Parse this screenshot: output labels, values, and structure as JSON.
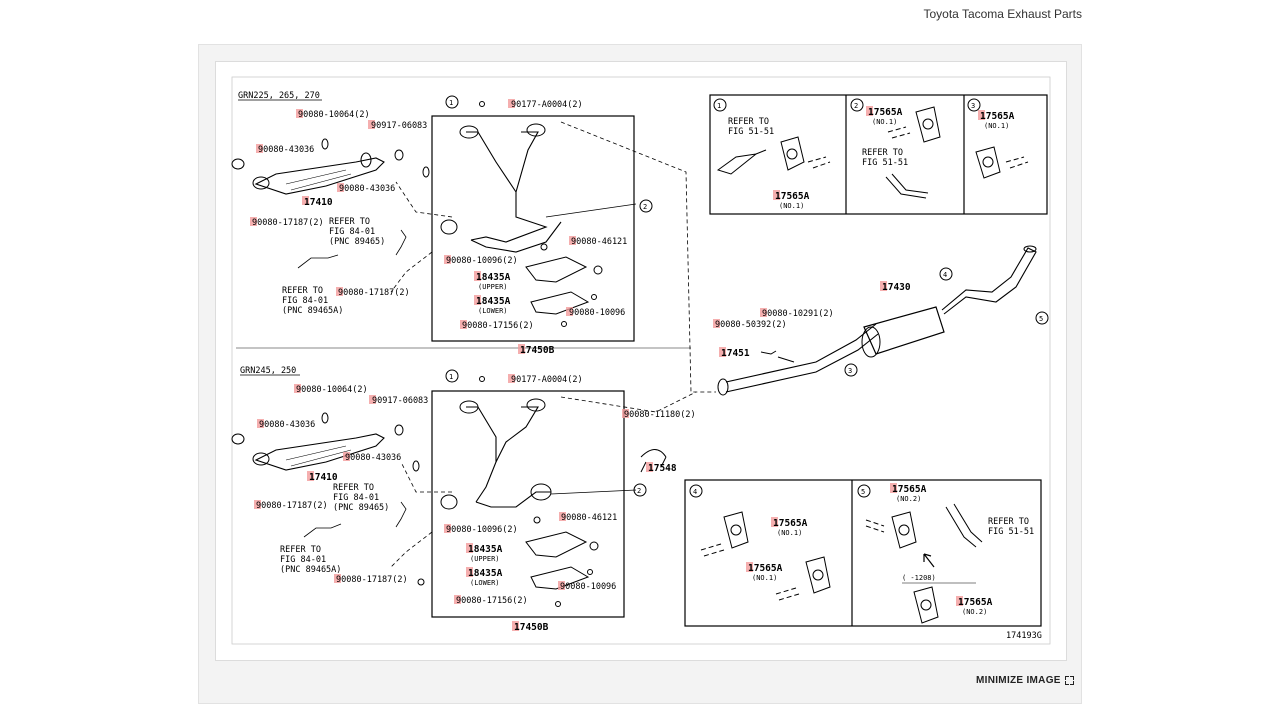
{
  "page": {
    "title": "Toyota Tacoma Exhaust Parts",
    "minimize_label": "MINIMIZE IMAGE"
  },
  "diagram": {
    "figure_code": "174193G",
    "top": {
      "heading": "GRN225, 265, 270",
      "p1": "90080-10064(2)",
      "p2": "90917-06083",
      "p3": "90080-43036",
      "p4": "90080-43036",
      "p5": "17410",
      "p6": "90080-17187(2)",
      "p7": "90080-17187(2)",
      "r1a": "REFER TO",
      "r1b": "FIG 84-01",
      "r1c": "(PNC 89465)",
      "r2a": "REFER TO",
      "r2b": "FIG 84-01",
      "r2c": "(PNC 89465A)",
      "p8": "90177-A0004(2)",
      "p9": "90080-46121",
      "p10": "90080-10096(2)",
      "p11": "18435A",
      "p11s": "(UPPER)",
      "p12": "18435A",
      "p12s": "(LOWER)",
      "p13": "90080-10096",
      "p14": "90080-17156(2)",
      "p15": "17450B"
    },
    "bottom": {
      "heading": "GRN245, 250",
      "p1": "90080-10064(2)",
      "p2": "90917-06083",
      "p3": "90080-43036",
      "p4": "90080-43036",
      "p5": "17410",
      "p6": "90080-17187(2)",
      "p7": "90080-17187(2)",
      "r1a": "REFER TO",
      "r1b": "FIG 84-01",
      "r1c": "(PNC 89465)",
      "r2a": "REFER TO",
      "r2b": "FIG 84-01",
      "r2c": "(PNC 89465A)",
      "p8": "90177-A0004(2)",
      "p9": "90080-46121",
      "p10": "90080-10096(2)",
      "p11": "18435A",
      "p11s": "(UPPER)",
      "p12": "18435A",
      "p12s": "(LOWER)",
      "p13": "90080-10096",
      "p14": "90080-17156(2)",
      "p15": "17450B",
      "p16": "90080-11180(2)",
      "p17": "17548"
    },
    "right": {
      "p1": "17430",
      "p2": "90080-10291(2)",
      "p3": "90080-50392(2)",
      "p4": "17451"
    },
    "detail1": {
      "num": "1",
      "ra": "REFER TO",
      "rb": "FIG 51-51",
      "part": "17565A",
      "sub": "(NO.1)"
    },
    "detail2": {
      "num": "2",
      "part": "17565A",
      "sub": "(NO.1)",
      "ra": "REFER TO",
      "rb": "FIG 51-51"
    },
    "detail3": {
      "num": "3",
      "part": "17565A",
      "sub": "(NO.1)"
    },
    "detail4": {
      "num": "4",
      "part1": "17565A",
      "sub1": "(NO.1)",
      "part2": "17565A",
      "sub2": "(NO.1)"
    },
    "detail5": {
      "num": "5",
      "part1": "17565A",
      "sub1": "(NO.2)",
      "ra": "REFER TO",
      "rb": "FIG 51-51",
      "range": "( -1208)",
      "part2": "17565A",
      "sub2": "(NO.2)"
    },
    "callouts": [
      "1",
      "2",
      "3",
      "4",
      "5"
    ]
  }
}
